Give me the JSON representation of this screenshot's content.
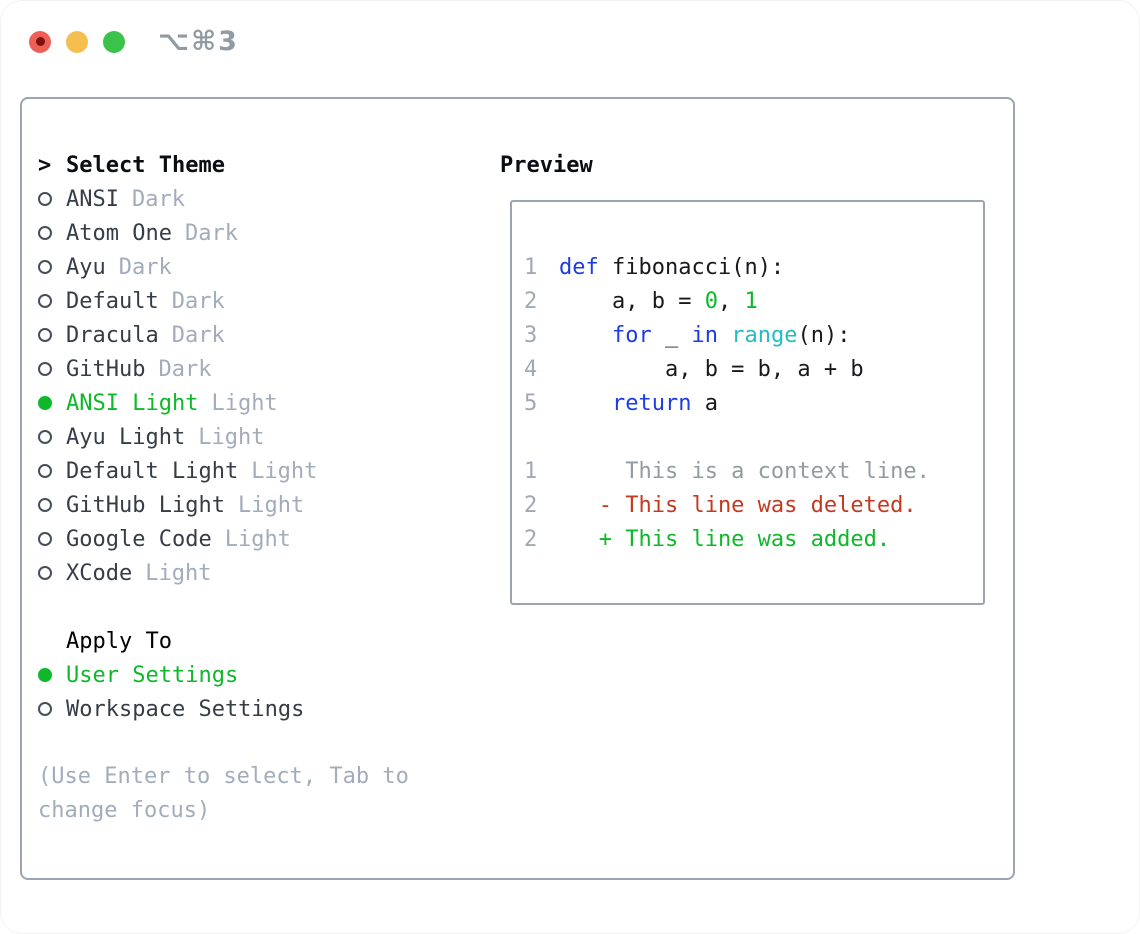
{
  "window": {
    "shortcut_label": "⌥⌘3",
    "traffic_lights": [
      {
        "icon": "close-icon",
        "color": "#ee5f57"
      },
      {
        "icon": "minimize-icon",
        "color": "#f5bf4f"
      },
      {
        "icon": "zoom-icon",
        "color": "#3bc24a"
      }
    ]
  },
  "theme_panel": {
    "cursor": ">",
    "title": "Select Theme",
    "themes": [
      {
        "name": "ANSI",
        "variant": "Dark",
        "selected": false
      },
      {
        "name": "Atom One",
        "variant": "Dark",
        "selected": false
      },
      {
        "name": "Ayu",
        "variant": "Dark",
        "selected": false
      },
      {
        "name": "Default",
        "variant": "Dark",
        "selected": false
      },
      {
        "name": "Dracula",
        "variant": "Dark",
        "selected": false
      },
      {
        "name": "GitHub",
        "variant": "Dark",
        "selected": false
      },
      {
        "name": "ANSI Light",
        "variant": "Light",
        "selected": true
      },
      {
        "name": "Ayu Light",
        "variant": "Light",
        "selected": false
      },
      {
        "name": "Default Light",
        "variant": "Light",
        "selected": false
      },
      {
        "name": "GitHub Light",
        "variant": "Light",
        "selected": false
      },
      {
        "name": "Google Code",
        "variant": "Light",
        "selected": false
      },
      {
        "name": "XCode",
        "variant": "Light",
        "selected": false
      }
    ],
    "apply_to": {
      "title": "Apply To",
      "options": [
        {
          "label": "User Settings",
          "selected": true
        },
        {
          "label": "Workspace Settings",
          "selected": false
        }
      ]
    },
    "hint": "(Use Enter to select, Tab to change focus)"
  },
  "preview": {
    "title": "Preview",
    "code_lines": [
      {
        "num": "1",
        "segments": [
          {
            "t": "def",
            "c": "blue"
          },
          {
            "t": " fibonacci(n):",
            "c": "fg"
          }
        ]
      },
      {
        "num": "2",
        "segments": [
          {
            "t": "    a, b = ",
            "c": "fg"
          },
          {
            "t": "0",
            "c": "green"
          },
          {
            "t": ", ",
            "c": "fg"
          },
          {
            "t": "1",
            "c": "green"
          }
        ]
      },
      {
        "num": "3",
        "segments": [
          {
            "t": "    ",
            "c": "fg"
          },
          {
            "t": "for",
            "c": "blue"
          },
          {
            "t": " _ ",
            "c": "fg"
          },
          {
            "t": "in",
            "c": "blue"
          },
          {
            "t": " ",
            "c": "fg"
          },
          {
            "t": "range",
            "c": "cyan"
          },
          {
            "t": "(n):",
            "c": "fg"
          }
        ]
      },
      {
        "num": "4",
        "segments": [
          {
            "t": "        a, b = b, a + b",
            "c": "fg"
          }
        ]
      },
      {
        "num": "5",
        "segments": [
          {
            "t": "    ",
            "c": "fg"
          },
          {
            "t": "return",
            "c": "blue"
          },
          {
            "t": " a",
            "c": "fg"
          }
        ]
      },
      {
        "num": "",
        "segments": []
      },
      {
        "num": "1",
        "segments": [
          {
            "t": "     This is a context line.",
            "c": "muted"
          }
        ]
      },
      {
        "num": "2",
        "segments": [
          {
            "t": "   - This line was deleted.",
            "c": "red"
          }
        ]
      },
      {
        "num": "2",
        "segments": [
          {
            "t": "   + This line was added.",
            "c": "green"
          }
        ]
      }
    ]
  },
  "colors": {
    "accent_green": "#0fb82a",
    "deleted_red": "#c33a21",
    "keyword_blue": "#1e3ce2",
    "function_cyan": "#23bcc4",
    "muted_gray": "#a2acba",
    "border_gray": "#9ba4b0"
  }
}
